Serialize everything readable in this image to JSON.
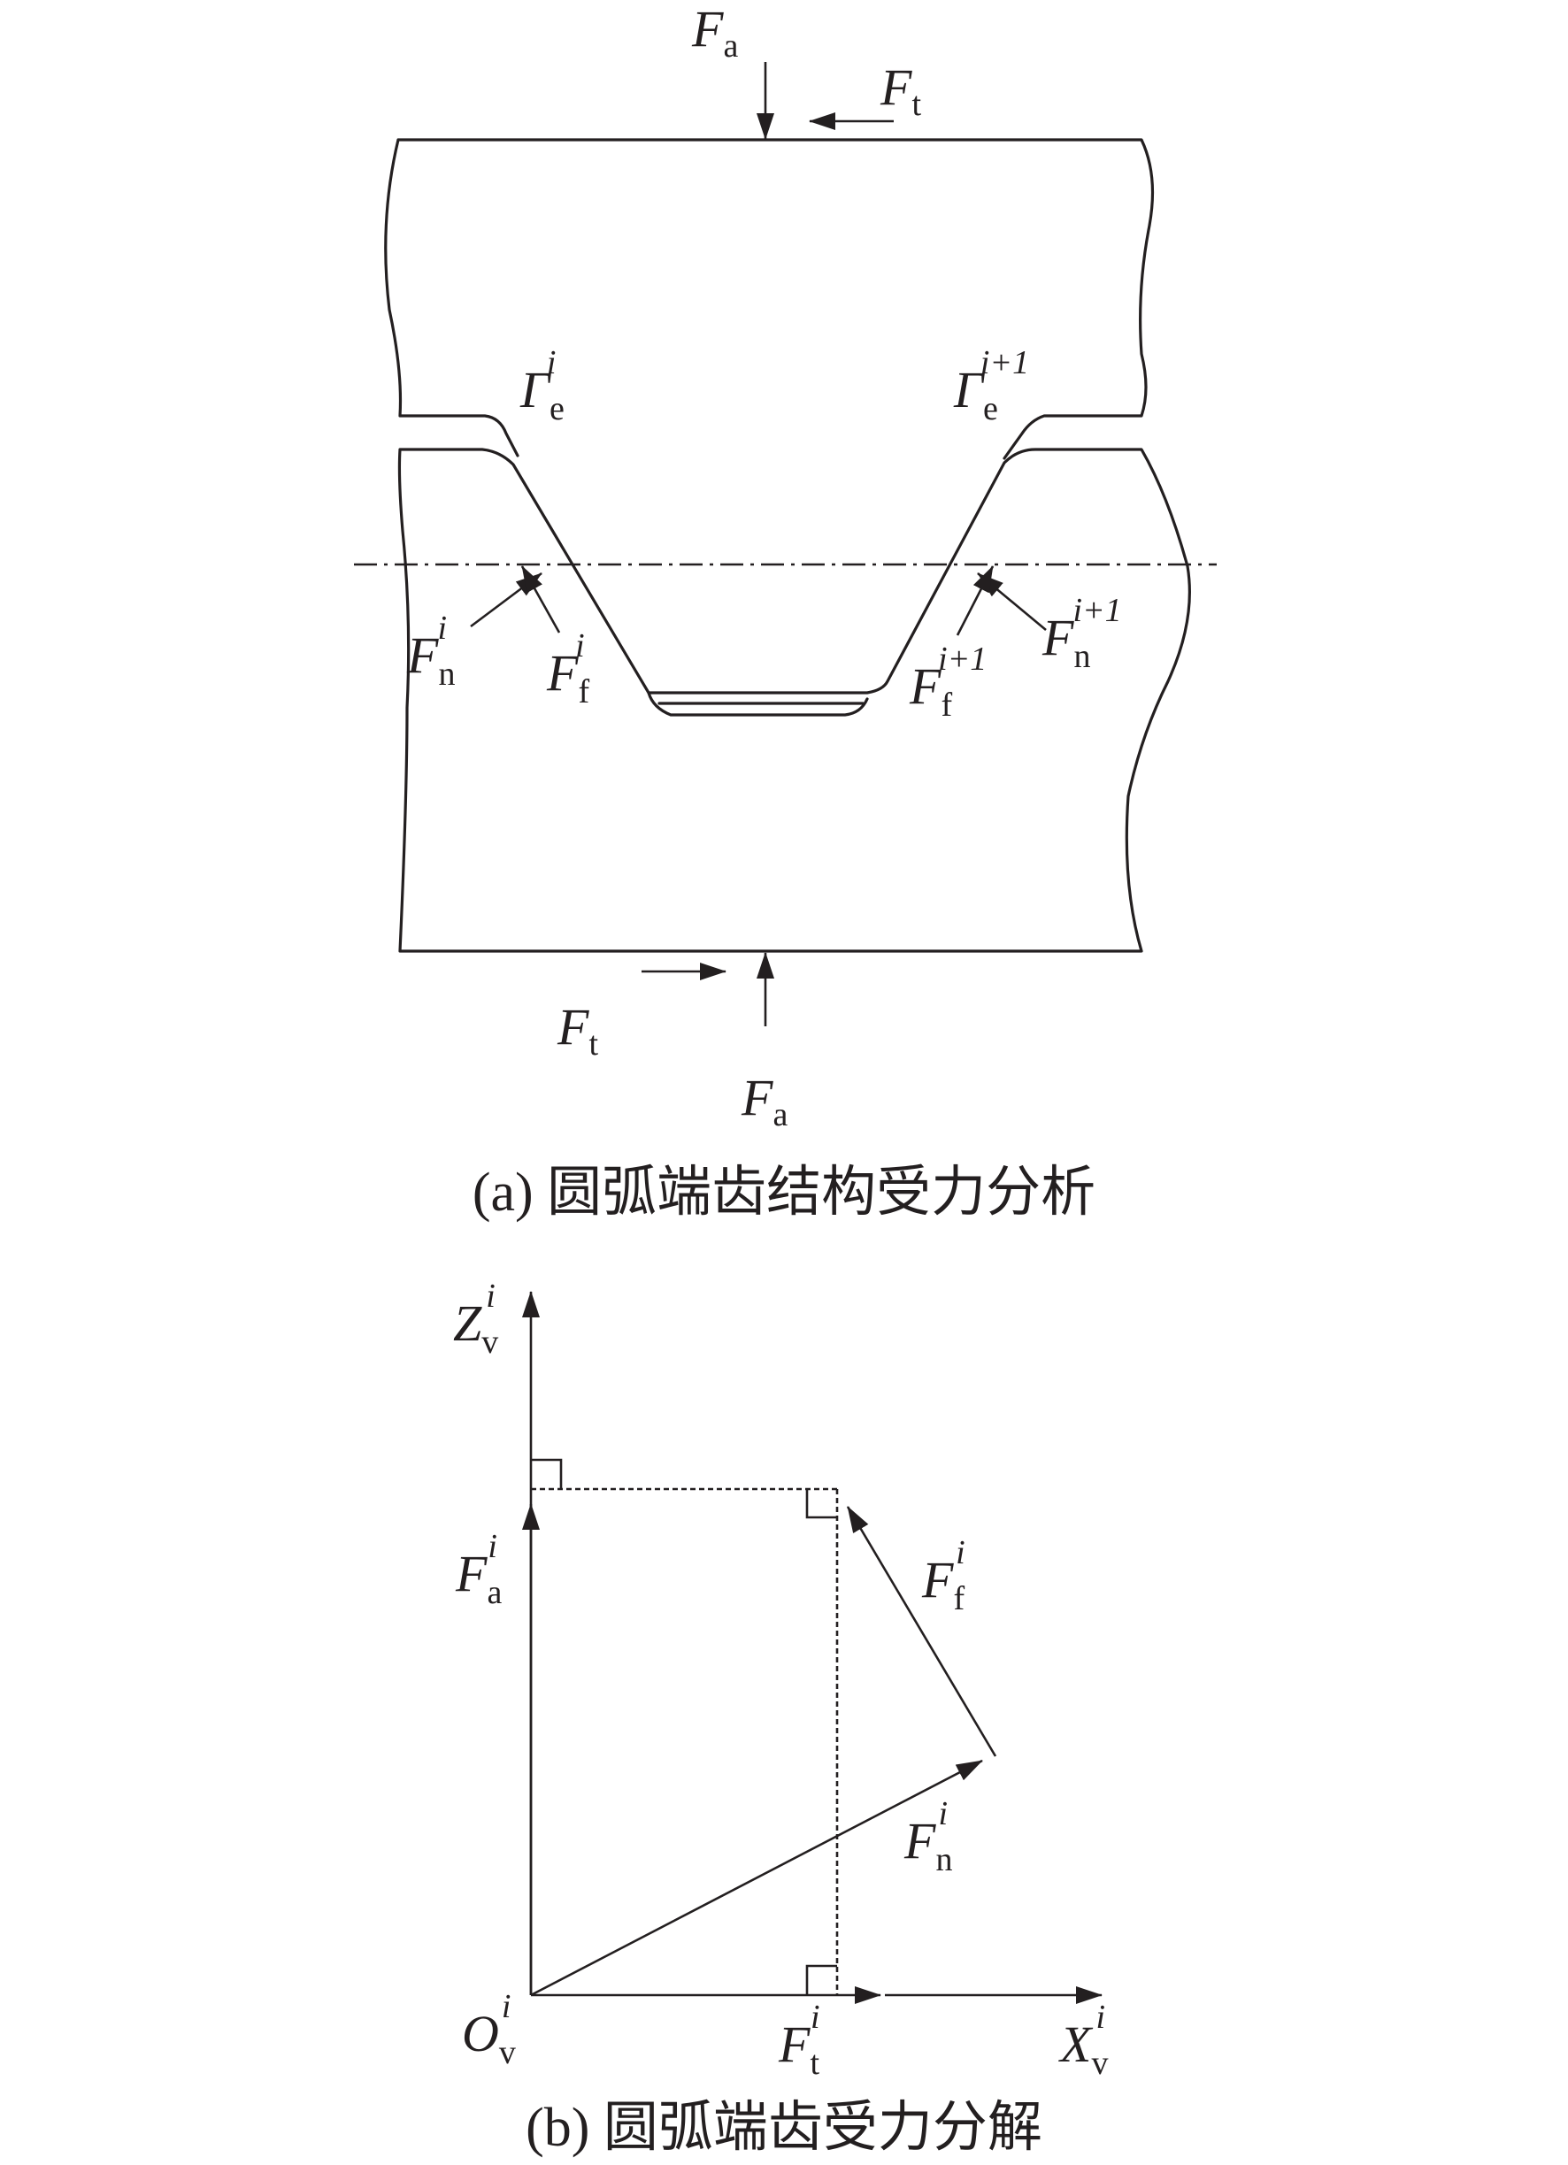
{
  "panel_a": {
    "caption": "(a) 圆弧端齿结构受力分析",
    "labels": {
      "fa_top": {
        "main": "F",
        "sub": "a",
        "sup": ""
      },
      "ft_top": {
        "main": "F",
        "sub": "t",
        "sup": ""
      },
      "gamma_left": {
        "main": "Γ",
        "sub": "e",
        "sup": "i"
      },
      "gamma_right": {
        "main": "Γ",
        "sub": "e",
        "sup": "i+1"
      },
      "fn_left": {
        "main": "F",
        "sub": "n",
        "sup": "i"
      },
      "ff_left": {
        "main": "F",
        "sub": "f",
        "sup": "i"
      },
      "ff_right": {
        "main": "F",
        "sub": "f",
        "sup": "i+1"
      },
      "fn_right": {
        "main": "F",
        "sub": "n",
        "sup": "i+1"
      },
      "ft_bottom": {
        "main": "F",
        "sub": "t",
        "sup": ""
      },
      "fa_bottom": {
        "main": "F",
        "sub": "a",
        "sup": ""
      }
    }
  },
  "panel_b": {
    "caption": "(b) 圆弧端齿受力分解",
    "labels": {
      "z_axis": {
        "main": "Z",
        "sub": "v",
        "sup": "i"
      },
      "fa": {
        "main": "F",
        "sub": "a",
        "sup": "i"
      },
      "ff": {
        "main": "F",
        "sub": "f",
        "sup": "i"
      },
      "fn": {
        "main": "F",
        "sub": "n",
        "sup": "i"
      },
      "origin": {
        "main": "O",
        "sub": "v",
        "sup": "i"
      },
      "ft": {
        "main": "F",
        "sub": "t",
        "sup": "i"
      },
      "x_axis": {
        "main": "X",
        "sub": "v",
        "sup": "i"
      }
    }
  }
}
